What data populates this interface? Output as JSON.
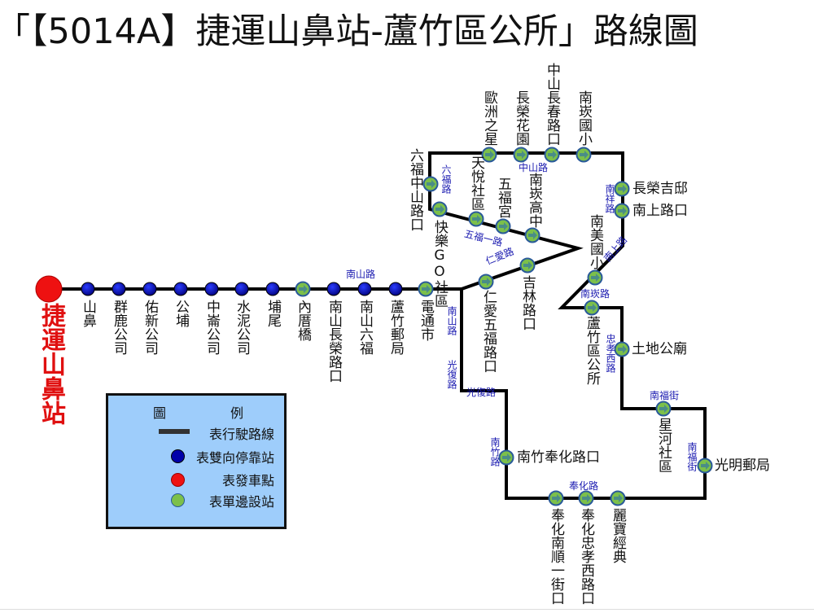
{
  "title": "「【5014A】捷運山鼻站-蘆竹區公所」路線圖",
  "start_station": "捷運山鼻站",
  "stops": [
    "山鼻",
    "群鹿公司",
    "佑新公司",
    "公埔",
    "中崙公司",
    "水泥公司",
    "埔尾",
    "內厝橋",
    "南山長榮路口",
    "南山六福",
    "蘆竹郵局",
    "電通市",
    "仁愛五福路口",
    "吉林路口",
    "南崁高中",
    "五福宮",
    "天悅社區",
    "快樂GO社區",
    "六福中山路口",
    "歐洲之星",
    "長榮花園",
    "中山長春路口",
    "南崁國小",
    "長榮吉邸",
    "南上路口",
    "南美國小",
    "蘆竹區公所",
    "土地公廟",
    "星河社區",
    "光明郵局",
    "麗寶經典",
    "奉化忠孝西路口",
    "奉化南順一街口",
    "南竹奉化路口"
  ],
  "roads": [
    "南山路",
    "南山路",
    "光復路",
    "光復路",
    "南竹路",
    "奉化路",
    "南福街",
    "南福街",
    "忠孝西路",
    "南崁路",
    "南上路",
    "南祥路",
    "中山路",
    "六福路",
    "五福一路",
    "仁愛路"
  ],
  "legend": {
    "title_left": "圖",
    "title_right": "例",
    "items": [
      "表行駛路線",
      "表雙向停靠站",
      "表發車點",
      "表單邊設站"
    ]
  },
  "colors": {
    "route": "#000000",
    "two_way_stop": "#0000aa",
    "start": "#ee1111",
    "one_way_stop": "#7cc04a",
    "road_label": "#1a1ab0",
    "legend_bg": "#9ecdfb"
  }
}
